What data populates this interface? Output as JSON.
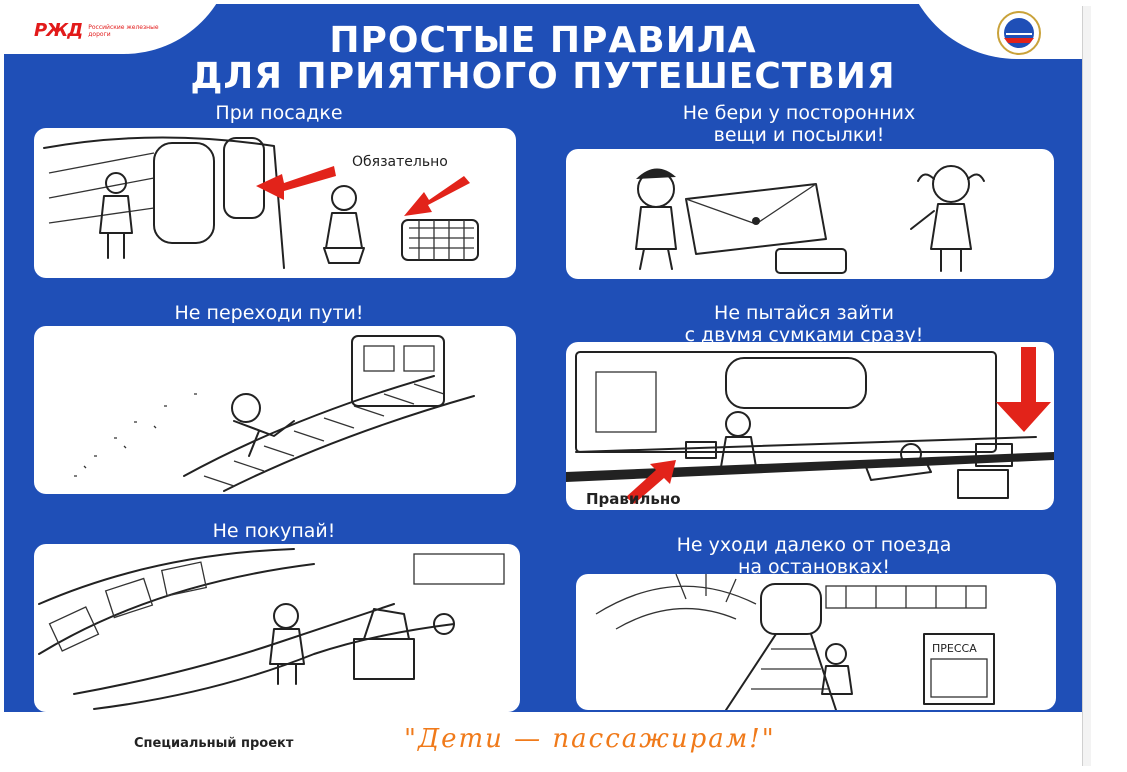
{
  "header": {
    "brand_logo_text": "РЖД",
    "brand_subtitle": "Российские железные дороги",
    "title_line1": "ПРОСТЫЕ ПРАВИЛА",
    "title_line2": "ДЛЯ ПРИЯТНОГО ПУТЕШЕСТВИЯ"
  },
  "rules": [
    {
      "caption": "При посадке",
      "labels": [
        "Обязательно"
      ]
    },
    {
      "caption_line1": "Не бери у посторонних",
      "caption_line2": "вещи и посылки!"
    },
    {
      "caption": "Не переходи пути!"
    },
    {
      "caption_line1": "Не пытайся зайти",
      "caption_line2": "с двумя сумками сразу!",
      "labels": [
        "Правильно"
      ]
    },
    {
      "caption": "Не покупай!"
    },
    {
      "caption_line1": "Не уходи далеко от поезда",
      "caption_line2": "на остановках!",
      "labels": [
        "ПРЕССА"
      ]
    }
  ],
  "footer": {
    "project_label": "Специальный проект",
    "slogan": "\"Дети — пассажирам!\""
  },
  "colors": {
    "poster_blue": "#1f4fb7",
    "accent_red": "#e2231a",
    "slogan_orange": "#f07a1a"
  },
  "icons": [
    "rzd-logo-icon",
    "railway-emblem-icon"
  ]
}
